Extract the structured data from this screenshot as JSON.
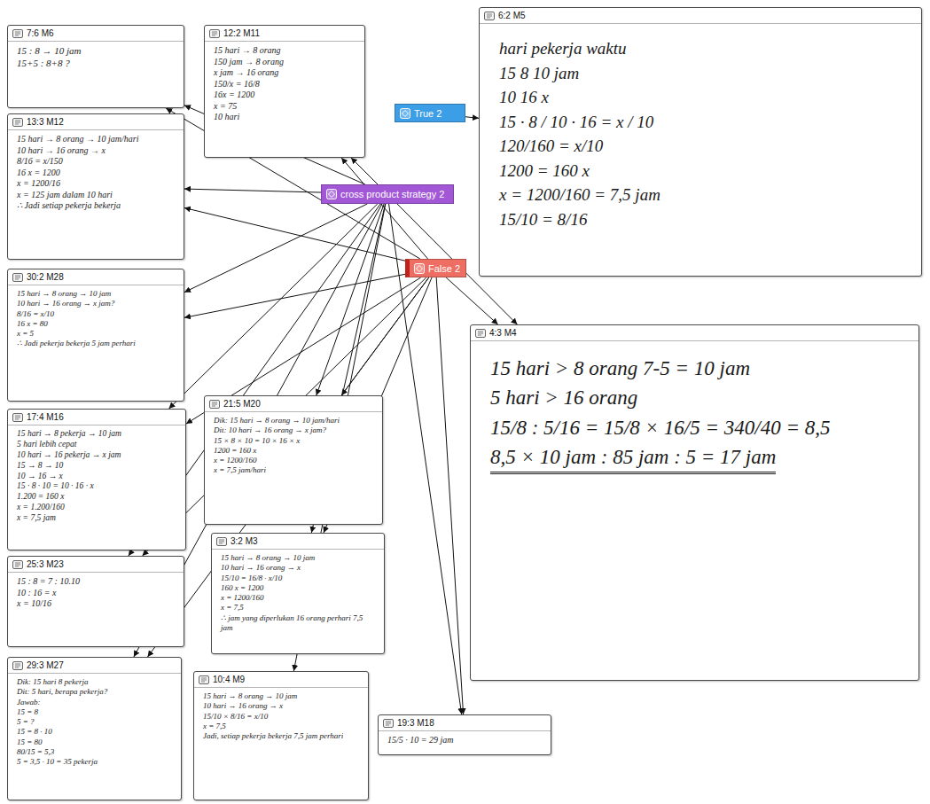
{
  "diagram": {
    "nodes": [
      {
        "text": [
          "7:6 M6",
          "15 : 8 → 10 jam",
          "15+5 : 8+8 ?"
        ]
      },
      {
        "text": [
          "12:2 M11",
          "15 hari → 8 orang",
          "150 jam → 8 orang",
          "x jam → 16 orang",
          "150/x = 16/8",
          "16x = 1200",
          "x = 75",
          "10 hari"
        ]
      },
      {
        "text": [
          "True 2"
        ]
      },
      {
        "text": [
          "6:2 M5",
          "hari     pekerja     waktu",
          "15       8       10 jam",
          "10       16       x",
          "15 · 8 / 10 · 16 = x / 10",
          "120/160 = x/10",
          "1200 = 160 x",
          "x = 1200/160 = 7,5 jam",
          "15/10 = 8/16"
        ]
      },
      {
        "text": [
          "13:3 M12",
          "15 hari → 8 orang → 10 jam/hari",
          "10 hari → 16 orang → x",
          "8/16 = x/150",
          "16 x = 1200",
          "x = 1200/16",
          "x = 125 jam dalam 10 hari",
          "∴ Jadi setiap pekerja bekerja"
        ]
      },
      {
        "text": [
          "cross product strategy 2"
        ]
      },
      {
        "text": [
          "30:2 M28",
          "15 hari → 8 orang → 10 jam",
          "10 hari → 16 orang → x jam?",
          "8/16 = x/10",
          "16 x = 80",
          "x = 5",
          "∴ Jadi pekerja bekerja 5 jam perhari"
        ]
      },
      {
        "text": [
          "False 2"
        ]
      },
      {
        "text": [
          "4:3 M4",
          "15 hari > 8 orang      7-5 = 10 jam",
          "5 hari > 16 orang",
          "15/8 : 5/16 = 15/8 × 16/5 = 340/40 = 8,5",
          "8,5 × 10 jam : 85 jam : 5 = 17 jam"
        ]
      },
      {
        "text": [
          "17:4 M16",
          "15 hari → 8 pekerja → 10 jam",
          "5 hari lebih cepat",
          "10 hari → 16 pekerja → x jam",
          "15 → 8 → 10",
          "10 → 16 → x",
          "15 · 8 · 10 = 10 · 16 · x",
          "1.200 = 160 x",
          "x = 1.200/160",
          "x = 7,5 jam"
        ]
      },
      {
        "text": [
          "21:5 M20",
          "Dik: 15 hari → 8 orang → 10 jam/hari",
          "Dit: 10 hari → 16 orang → x jam?",
          "15 × 8 × 10 = 10 × 16 × x",
          "1200 = 160 x",
          "x = 1200/160",
          "x = 7,5 jam/hari"
        ]
      },
      {
        "text": [
          "25:3 M23",
          "15 : 8 = 7 : 10.10",
          "10 : 16 = x",
          "x = 10/16"
        ]
      },
      {
        "text": [
          "3:2 M3",
          "15 hari → 8 orang → 10 jam",
          "10 hari → 16 orang → x",
          "15/10 = 16/8 · x/10",
          "160 x = 1200",
          "x = 1200/160",
          "x = 7,5",
          "∴ jam yang diperlukan 16 orang perhari 7,5 jam"
        ]
      },
      {
        "text": [
          "29:3 M27",
          "Dik: 15 hari 8 pekerja",
          "Dit: 5 hari, berapa pekerja?",
          "Jawab:",
          "15 = 8",
          "5 = ?",
          "15 = 8 · 10",
          "15 = 80",
          "80/15 = 5,3",
          "5 = 3,5 · 10 = 35 pekerja"
        ]
      },
      {
        "text": [
          "10:4 M9",
          "15 hari → 8 orang → 10 jam",
          "10 hari → 16 orang → x",
          "15/10 × 8/16 = x/10",
          "x = 7,5",
          "Jadi, setiap pekerja bekerja 7,5 jam perhari"
        ]
      },
      {
        "text": [
          "19:3 M18",
          "15/5 · 10 = 29 jam"
        ]
      }
    ],
    "edges": [
      {
        "from": 2,
        "to": 3,
        "arrow": "to"
      },
      {
        "from": 5,
        "to": 0,
        "arrow": "to"
      },
      {
        "from": 5,
        "to": 1,
        "arrow": "to"
      },
      {
        "from": 5,
        "to": 4,
        "arrow": "to"
      },
      {
        "from": 5,
        "to": 6,
        "arrow": "to"
      },
      {
        "from": 5,
        "to": 9,
        "arrow": "to"
      },
      {
        "from": 5,
        "to": 10,
        "arrow": "to"
      },
      {
        "from": 5,
        "to": 11,
        "arrow": "to"
      },
      {
        "from": 5,
        "to": 12,
        "arrow": "to"
      },
      {
        "from": 5,
        "to": 13,
        "arrow": "to"
      },
      {
        "from": 5,
        "to": 14,
        "arrow": "to"
      },
      {
        "from": 5,
        "to": 8,
        "arrow": "to"
      },
      {
        "from": 5,
        "to": 15,
        "arrow": "to"
      },
      {
        "from": 7,
        "to": 0,
        "arrow": "to"
      },
      {
        "from": 7,
        "to": 1,
        "arrow": "to"
      },
      {
        "from": 7,
        "to": 4,
        "arrow": "to"
      },
      {
        "from": 7,
        "to": 6,
        "arrow": "to"
      },
      {
        "from": 7,
        "to": 9,
        "arrow": "to"
      },
      {
        "from": 7,
        "to": 10,
        "arrow": "to"
      },
      {
        "from": 7,
        "to": 11,
        "arrow": "to"
      },
      {
        "from": 7,
        "to": 12,
        "arrow": "to"
      },
      {
        "from": 7,
        "to": 13,
        "arrow": "to"
      },
      {
        "from": 7,
        "to": 8,
        "arrow": "to"
      },
      {
        "from": 7,
        "to": 15,
        "arrow": "to"
      }
    ]
  }
}
